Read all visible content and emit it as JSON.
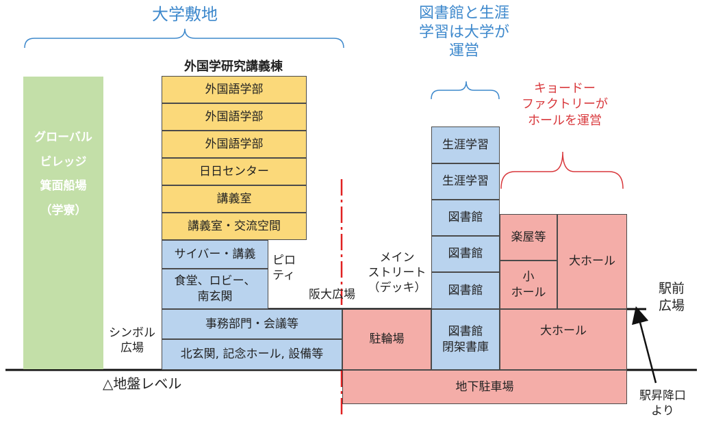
{
  "top_labels": {
    "campus": "大学敷地",
    "library_note": "図書館と生涯\n学習は大学が\n運営",
    "hall_note": "キョードー\nファクトリーが\nホールを運営"
  },
  "dorm": {
    "label": "グローバル\nビレッジ\n箕面船場\n（学寮）"
  },
  "building": {
    "title": "外国学研究講義棟",
    "floors": [
      "外国語学部",
      "外国語学部",
      "外国語学部",
      "日日センター",
      "講義室",
      "講義室・交流空間",
      "サイバー・講義",
      "食堂、ロビー、\n南玄関",
      "事務部門・会議等",
      "北玄関, 記念ホール, 設備等"
    ]
  },
  "library": {
    "floors": [
      "生涯学習",
      "生涯学習",
      "図書館",
      "図書館",
      "図書館",
      "図書館\n閉架書庫"
    ]
  },
  "hall": {
    "dressing": "楽屋等",
    "small_hall": "小\nホール",
    "big_hall_upper": "大ホール",
    "big_hall_lower": "大ホール"
  },
  "misc": {
    "piloti": "ピロ\nティ",
    "handai_plaza": "阪大広場",
    "main_street": "メイン\nストリート\n（デッキ）",
    "symbol_plaza": "シンボル\n広場",
    "ground_level": "△地盤レベル",
    "bicycle_parking": "駐輪場",
    "underground_parking": "地下駐車場",
    "station_plaza": "駅前\n広場",
    "from_station": "駅昇降口\nより"
  },
  "colors": {
    "yellow": "#fbd97a",
    "blue": "#b9d3ee",
    "pink": "#f4ada8",
    "green": "#c3dfa8",
    "accent_blue_text": "#3d88cc",
    "accent_red_text": "#d8373b",
    "boundary_red": "#e02020"
  }
}
